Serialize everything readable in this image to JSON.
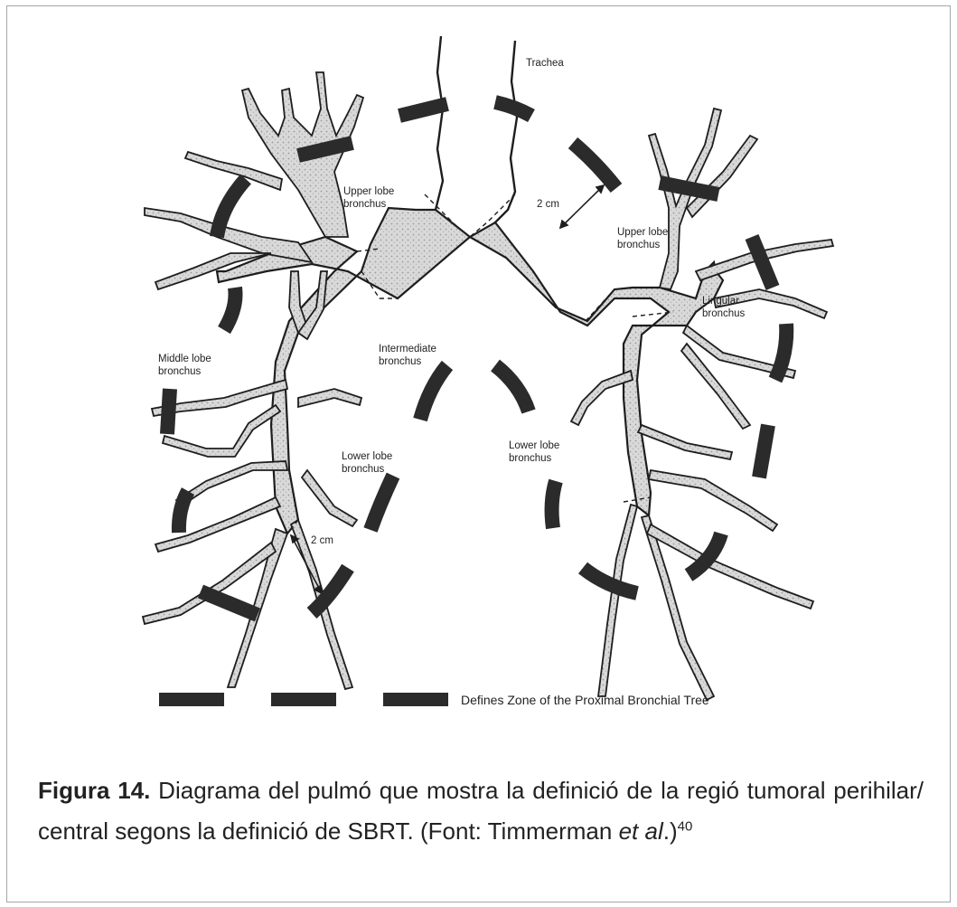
{
  "diagram": {
    "labels": {
      "trachea": "Trachea",
      "upper_left": "Upper lobe\nbronchus",
      "upper_right": "Upper lobe\nbronchus",
      "dist_top": "2 cm",
      "lingular": "Lingular\nbronchus",
      "middle": "Middle lobe\nbronchus",
      "intermediate": "Intermediate\nbronchus",
      "lower_left": "Lower lobe\nbronchus",
      "lower_right": "Lower lobe\nbronchus",
      "dist_bottom": "2 cm"
    },
    "legend_text": "Defines Zone of the Proximal Bronchial Tree",
    "colors": {
      "tree_fill": "#d6d6d6",
      "outline": "#1e1e1e",
      "zone_marker": "#2b2b2b"
    }
  },
  "caption": {
    "prefix": "Figura 14.",
    "text": " Diagrama del pulmó que mostra la definició de la regió tumoral perihilar/ central segons la definició de SBRT. (Font: Timmerman ",
    "italic": "et al",
    "suffix": ".)",
    "ref": "40"
  }
}
